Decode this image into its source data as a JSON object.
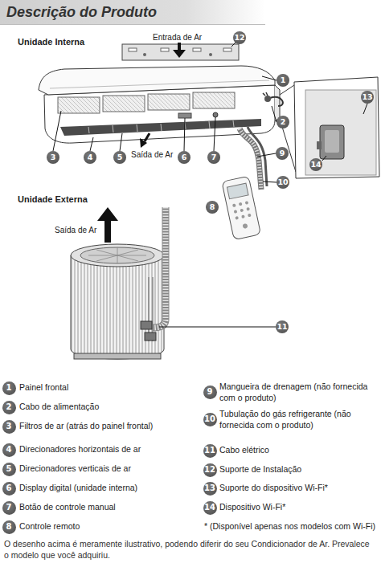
{
  "diagram": {
    "title": "Descrição do Produto",
    "nodes": [
      {
        "text": [
          "12"
        ]
      },
      {
        "text": [
          "1"
        ]
      },
      {
        "text": [
          "2"
        ]
      },
      {
        "text": [
          "13"
        ]
      },
      {
        "text": [
          "3"
        ]
      },
      {
        "text": [
          "4"
        ]
      },
      {
        "text": [
          "5"
        ]
      },
      {
        "text": [
          "6"
        ]
      },
      {
        "text": [
          "7"
        ]
      },
      {
        "text": [
          "9"
        ]
      },
      {
        "text": [
          "14"
        ]
      },
      {
        "text": [
          "10"
        ]
      },
      {
        "text": [
          "8"
        ]
      },
      {
        "text": [
          "11"
        ]
      },
      {
        "text": [
          "1"
        ]
      },
      {
        "text": [
          "2"
        ]
      },
      {
        "text": [
          "3"
        ]
      },
      {
        "text": [
          "4"
        ]
      },
      {
        "text": [
          "5"
        ]
      },
      {
        "text": [
          "6"
        ]
      },
      {
        "text": [
          "7"
        ]
      },
      {
        "text": [
          "8"
        ]
      },
      {
        "text": [
          "9"
        ]
      },
      {
        "text": [
          "10"
        ]
      },
      {
        "text": [
          "11"
        ]
      },
      {
        "text": [
          "12"
        ]
      },
      {
        "text": [
          "13"
        ]
      },
      {
        "text": [
          "14"
        ]
      }
    ],
    "labels": [
      "Unidade Interna",
      "Entrada de Ar",
      "Saída de Ar",
      "Unidade Externa",
      "Saída de Ar",
      "Painel frontal",
      "Cabo de alimentação",
      "Filtros de ar (atrás do painel frontal)",
      "Direcionadores horizontais de ar",
      "Direcionadores verticais de ar",
      "Display digital (unidade interna)",
      "Botão de controle manual",
      "Controle remoto",
      "Mangueira de drenagem (não fornecida com o produto)",
      "Tubulação do gás refrigerante (não fornecida com o produto)",
      "Cabo elétrico",
      "Suporte de Instalação",
      "Suporte do dispositivo Wi-Fi*",
      "Dispositivo Wi-Fi*",
      "* (Disponível apenas nos modelos com Wi-Fi)"
    ],
    "caption": "O desenho acima é meramente ilustrativo, podendo diferir do seu Condicionador de Ar. Prevalece o modelo que você adquiriu."
  }
}
